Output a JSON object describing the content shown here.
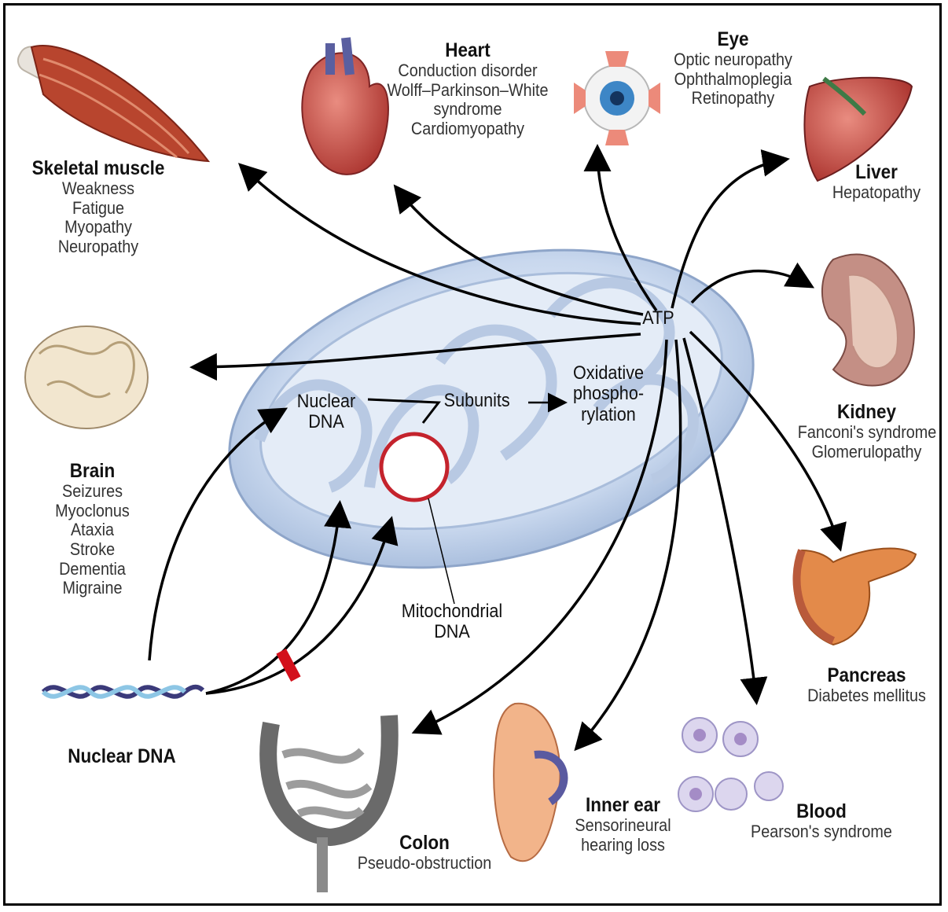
{
  "center": {
    "atp": "ATP",
    "nuclear_dna": [
      "Nuclear",
      "DNA"
    ],
    "subunits": "Subunits",
    "oxphos": [
      "Oxidative",
      "phospho-",
      "rylation"
    ],
    "mito_dna": [
      "Mitochondrial",
      "DNA"
    ],
    "nuclear_dna_bottom": "Nuclear DNA"
  },
  "organs": {
    "skeletal_muscle": {
      "title": "Skeletal muscle",
      "symptoms": [
        "Weakness",
        "Fatigue",
        "Myopathy",
        "Neuropathy"
      ]
    },
    "heart": {
      "title": "Heart",
      "symptoms": [
        "Conduction disorder",
        "Wolff–Parkinson–White",
        "syndrome",
        "Cardiomyopathy"
      ]
    },
    "eye": {
      "title": "Eye",
      "symptoms": [
        "Optic neuropathy",
        "Ophthalmoplegia",
        "Retinopathy"
      ]
    },
    "liver": {
      "title": "Liver",
      "symptoms": [
        "Hepatopathy"
      ]
    },
    "brain": {
      "title": "Brain",
      "symptoms": [
        "Seizures",
        "Myoclonus",
        "Ataxia",
        "Stroke",
        "Dementia",
        "Migraine"
      ]
    },
    "kidney": {
      "title": "Kidney",
      "symptoms": [
        "Fanconi's syndrome",
        "Glomerulopathy"
      ]
    },
    "pancreas": {
      "title": "Pancreas",
      "symptoms": [
        "Diabetes mellitus"
      ]
    },
    "colon": {
      "title": "Colon",
      "symptoms": [
        "Pseudo-obstruction"
      ]
    },
    "inner_ear": {
      "title": "Inner ear",
      "symptoms": [
        "Sensorineural",
        "hearing loss"
      ]
    },
    "blood": {
      "title": "Blood",
      "symptoms": [
        "Pearson's syndrome"
      ]
    }
  }
}
